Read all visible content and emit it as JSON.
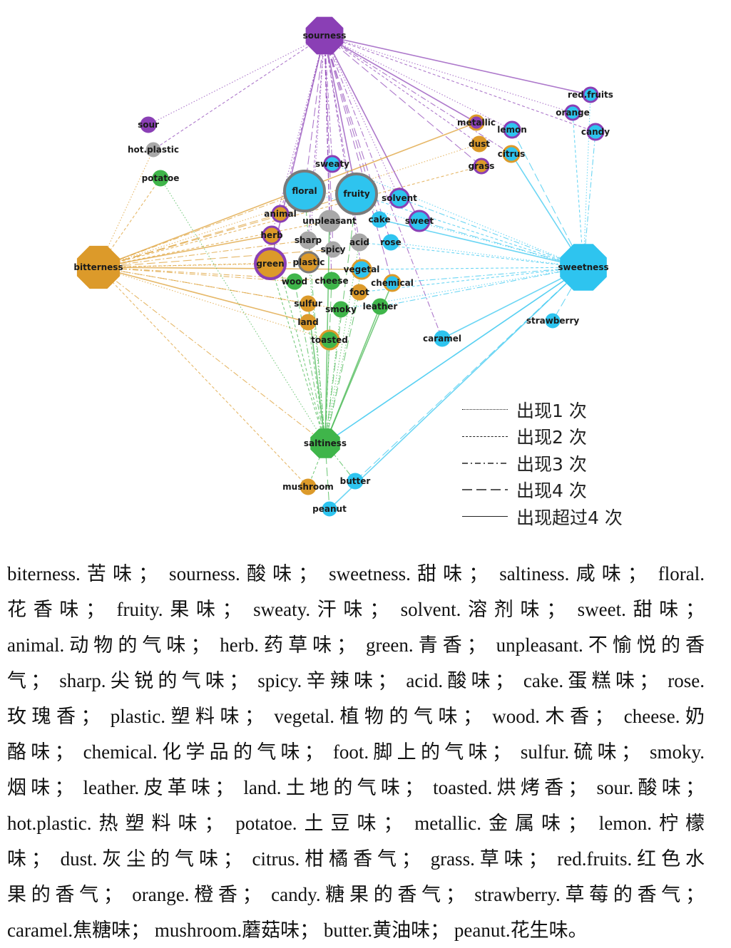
{
  "colors": {
    "purple": "#8a3fb5",
    "orange": "#dc9a2a",
    "cyan": "#2ec4ef",
    "green": "#3fb54a",
    "gray": "#a8a8a8",
    "ring_gray": "#7a7a7a"
  },
  "graph": {
    "hubs": {
      "sourness": "sourness",
      "bitterness": "bitterness",
      "sweetness": "sweetness",
      "saltiness": "saltiness"
    },
    "nodes": {
      "sour": "sour",
      "hot_plastic": "hot.plastic",
      "potatoe": "potatoe",
      "sweaty": "sweaty",
      "floral": "floral",
      "fruity": "fruity",
      "solvent": "solvent",
      "animal": "animal",
      "unpleasant": "unpleasant",
      "cake": "cake",
      "sweet": "sweet",
      "herb": "herb",
      "sharp": "sharp",
      "acid": "acid",
      "rose": "rose",
      "spicy": "spicy",
      "green": "green",
      "plastic": "plastic",
      "vegetal": "vegetal",
      "wood": "wood",
      "cheese": "cheese",
      "chemical": "chemical",
      "foot": "foot",
      "sulfur": "sulfur",
      "smoky": "smoky",
      "leather": "leather",
      "land": "land",
      "toasted": "toasted",
      "caramel": "caramel",
      "strawberry": "strawberry",
      "metallic": "metallic",
      "lemon": "lemon",
      "dust": "dust",
      "citrus": "citrus",
      "grass": "grass",
      "red_fruits": "red.fruits",
      "orange": "orange",
      "candy": "candy",
      "mushroom": "mushroom",
      "butter": "butter",
      "peanut": "peanut"
    }
  },
  "legend": [
    {
      "label": "出现1 次",
      "style": "dotted"
    },
    {
      "label": "出现2 次",
      "style": "dashed"
    },
    {
      "label": "出现3 次",
      "style": "dashdot"
    },
    {
      "label": "出现4 次",
      "style": "longdash"
    },
    {
      "label": "出现超过4 次",
      "style": "solid"
    }
  ],
  "caption_lines": [
    "biterness.苦味； sourness.酸味； sweetness.甜味； saltiness.咸味； floral.",
    "花香味； fruity.果味； sweaty.汗味； solvent.溶剂味； sweet.甜味；",
    "animal.动物的气味； herb.药草味； green.青香； unpleasant.不愉悦的香",
    "气； sharp.尖锐的气味； spicy.辛辣味； acid.酸味； cake.蛋糕味； rose.",
    "玫瑰香； plastic.塑料味； vegetal.植物的气味； wood.木香； cheese.奶",
    "酪味； chemical.化学品的气味； foot.脚上的气味； sulfur.硫味； smoky.",
    "烟味； leather.皮革味； land.土地的气味； toasted.烘烤香； sour.酸味；",
    "hot.plastic.热塑料味； potatoe.土豆味； metallic.金属味； lemon.柠檬",
    "味； dust.灰尘的气味； citrus.柑橘香气； grass.草味； red.fruits.红色水",
    "果的香气； orange.橙香； candy.糖果的香气； strawberry.草莓的香气；",
    "caramel.焦糖味； mushroom.蘑菇味； butter.黄油味； peanut.花生味。"
  ]
}
